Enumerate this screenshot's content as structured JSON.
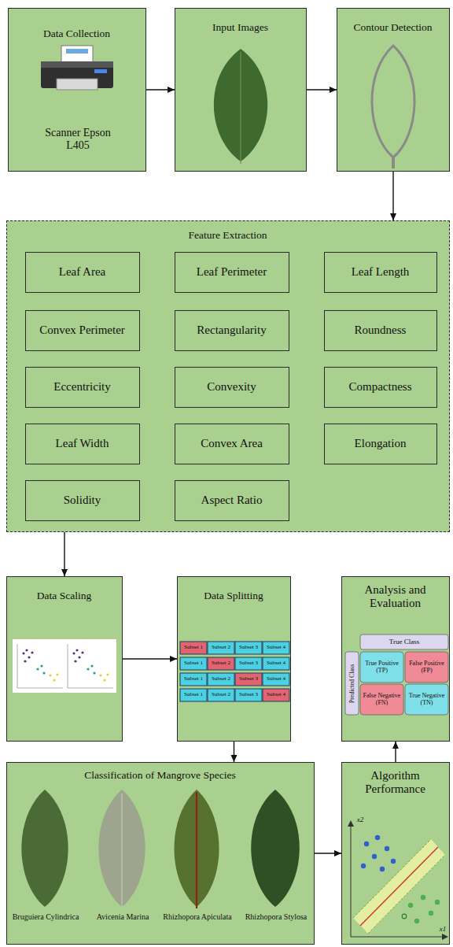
{
  "diagram": {
    "nodes": [
      {
        "text": [
          "Data Collection",
          "Scanner Epson L405"
        ]
      },
      {
        "text": [
          "Input Images"
        ]
      },
      {
        "text": [
          "Contour Detection"
        ]
      },
      {
        "text": [
          "Feature Extraction"
        ]
      },
      {
        "text": [
          "Leaf Area"
        ],
        "in": 3
      },
      {
        "text": [
          "Leaf Perimeter"
        ],
        "in": 3
      },
      {
        "text": [
          "Leaf Length"
        ],
        "in": 3
      },
      {
        "text": [
          "Convex Perimeter"
        ],
        "in": 3
      },
      {
        "text": [
          "Rectangularity"
        ],
        "in": 3
      },
      {
        "text": [
          "Roundness"
        ],
        "in": 3
      },
      {
        "text": [
          "Eccentricity"
        ],
        "in": 3
      },
      {
        "text": [
          "Convexity"
        ],
        "in": 3
      },
      {
        "text": [
          "Compactness"
        ],
        "in": 3
      },
      {
        "text": [
          "Leaf Width"
        ],
        "in": 3
      },
      {
        "text": [
          "Convex Area"
        ],
        "in": 3
      },
      {
        "text": [
          "Elongation"
        ],
        "in": 3
      },
      {
        "text": [
          "Solidity"
        ],
        "in": 3
      },
      {
        "text": [
          "Aspect Ratio"
        ],
        "in": 3
      },
      {
        "text": [
          "Data Scaling"
        ]
      },
      {
        "text": [
          "Data Splitting"
        ]
      },
      {
        "text": [
          "Analysis and Evaluation"
        ]
      },
      {
        "text": [
          "Classification of Mangrove Species",
          "Bruguiera Cylindrica",
          "Avicenia Marina",
          "Rhizhopora Apiculata",
          "Rhizhopora Stylosa"
        ]
      },
      {
        "text": [
          "Algorithm Performance"
        ]
      }
    ],
    "edges": [
      {
        "from": 0,
        "to": 1,
        "arrow": "to"
      },
      {
        "from": 1,
        "to": 2,
        "arrow": "to"
      },
      {
        "from": 2,
        "to": 3,
        "arrow": "to"
      },
      {
        "from": 3,
        "to": 18,
        "arrow": "to"
      },
      {
        "from": 18,
        "to": 19,
        "arrow": "to"
      },
      {
        "from": 19,
        "to": 21,
        "arrow": "to"
      },
      {
        "from": 21,
        "to": 22,
        "arrow": "to"
      },
      {
        "from": 22,
        "to": 20,
        "arrow": "to"
      }
    ],
    "labels": [
      "Subset 1",
      "Subset 2",
      "Subset 3",
      "Subset 4",
      "Subset 1",
      "Subset 2",
      "Subset 3",
      "Subset 4",
      "Subset 1",
      "Subset 2",
      "Subset 3",
      "Subset 4",
      "Subset 1",
      "Subset 2",
      "Subset 3",
      "Subset 4",
      "True Class",
      "Predicted Class",
      "True Positive (TP)",
      "False Positive (FP)",
      "False Negative (FN)",
      "True Negative (TN)",
      "x2",
      "x1"
    ]
  }
}
